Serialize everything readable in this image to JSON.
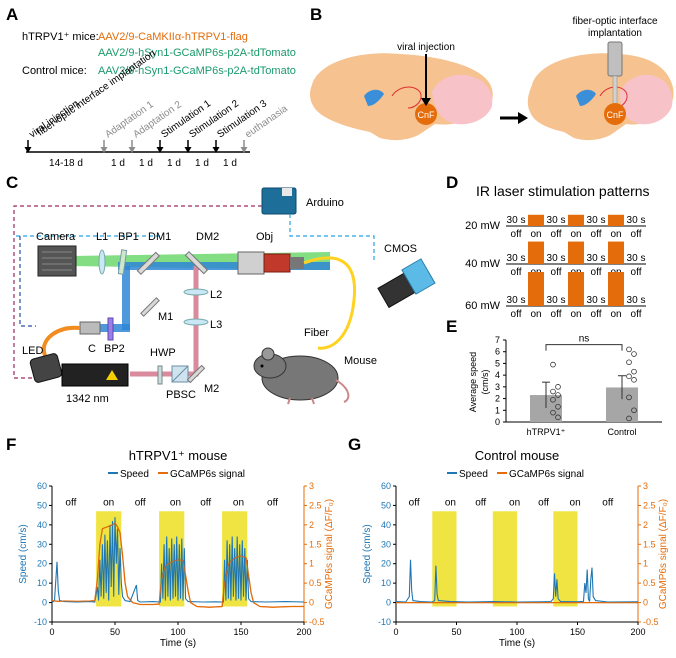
{
  "colors": {
    "orange": "#e46c0a",
    "green": "#1a9a6c",
    "blue": "#1f77b4",
    "gray": "#8c8c8c",
    "yellow": "#f0e442",
    "bar": "#a6a6a6",
    "brain": "#f6c28f",
    "cerebellum": "#f7c3c8",
    "ventricle": "#3b8ed8"
  },
  "panelA": {
    "letter": "A",
    "row1_label": "hTRPV1⁺ mice:",
    "row1_line1": "AAV2/9-CaMKIIα-hTRPV1-flag",
    "row1_line2": "AAV2/9-hSyn1-GCaMP6s-p2A-tdTomato",
    "row2_label": "Control mice:",
    "row2_line1": "AAV2/9-hSyn1-GCaMP6s-p2A-tdTomato",
    "events": [
      {
        "label": "viral injection",
        "color": "#000000"
      },
      {
        "label": "fiber-optic interface implantation",
        "color": "#000000"
      },
      {
        "label": "Adaptation 1",
        "color": "#8c8c8c"
      },
      {
        "label": "Adaptation 2",
        "color": "#8c8c8c"
      },
      {
        "label": "Stimulation 1",
        "color": "#000000"
      },
      {
        "label": "Stimulation 2",
        "color": "#000000"
      },
      {
        "label": "Stimulation 3",
        "color": "#000000"
      },
      {
        "label": "euthanasia",
        "color": "#8c8c8c"
      }
    ],
    "intervals": [
      "14-18 d",
      "1 d",
      "1 d",
      "1 d",
      "1 d",
      "1 d",
      "1 d"
    ]
  },
  "panelB": {
    "letter": "B",
    "label_injection": "viral injection",
    "label_fiber_line1": "fiber-optic interface",
    "label_fiber_line2": "implantation",
    "region": "CnF"
  },
  "panelC": {
    "letter": "C",
    "labels": {
      "arduino": "Arduino",
      "camera": "Camera",
      "l1": "L1",
      "bp1": "BP1",
      "dm1": "DM1",
      "dm2": "DM2",
      "obj": "Obj",
      "cmos": "CMOS",
      "l2": "L2",
      "l3": "L3",
      "led": "LED",
      "c": "C",
      "bp2": "BP2",
      "m1": "M1",
      "hwp": "HWP",
      "pbsc": "PBSC",
      "m2": "M2",
      "laser": "1342 nm",
      "fiber": "Fiber",
      "mouse": "Mouse"
    }
  },
  "panelD": {
    "letter": "D",
    "title": "IR laser stimulation patterns",
    "rows": [
      {
        "power": "20 mW",
        "level": 0.33
      },
      {
        "power": "40 mW",
        "level": 0.66
      },
      {
        "power": "60 mW",
        "level": 1.0
      }
    ],
    "sequence": [
      "off",
      "on",
      "off",
      "on",
      "off",
      "on",
      "off"
    ],
    "duration_label": "30 s"
  },
  "chart_data": [
    {
      "panel": "E",
      "type": "bar",
      "categories": [
        "hTRPV1⁺",
        "Control"
      ],
      "values": [
        2.3,
        2.95
      ],
      "errors": [
        1.1,
        1.0
      ],
      "points": [
        [
          4.9,
          3.0,
          2.6,
          2.3,
          1.9,
          1.3,
          0.8,
          0.4
        ],
        [
          6.2,
          5.8,
          5.1,
          4.3,
          3.9,
          3.6,
          2.1,
          1.0,
          0.3
        ]
      ],
      "ylabel_line1": "Average speed",
      "ylabel_line2": "(cm/s)",
      "ylim": [
        0,
        7
      ],
      "yticks": [
        "0",
        "1",
        "2",
        "3",
        "4",
        "5",
        "6",
        "7"
      ],
      "significance": "ns"
    },
    {
      "panel": "F",
      "type": "line",
      "title": "hTRPV1⁺ mouse",
      "legend": [
        "Speed",
        "GCaMP6s signal"
      ],
      "xlabel": "Time (s)",
      "ylabel": "Speed (cm/s)",
      "y2label": "GCaMP6s signal (ΔF/F₀)",
      "xlim": [
        0,
        200
      ],
      "ylim": [
        -10,
        60
      ],
      "y2lim": [
        -0.5,
        3
      ],
      "xticks": [
        "0",
        "50",
        "100",
        "150",
        "200"
      ],
      "yticks": [
        "-10",
        "0",
        "10",
        "20",
        "30",
        "40",
        "50",
        "60"
      ],
      "y2ticks": [
        "-0.5",
        "0",
        "0.5",
        "1",
        "1.5",
        "2",
        "2.5",
        "3"
      ],
      "state_labels": [
        "off",
        "on",
        "off",
        "on",
        "off",
        "on",
        "off"
      ],
      "stim_windows": [
        [
          35,
          55
        ],
        [
          85,
          105
        ],
        [
          135,
          155
        ]
      ],
      "speed": [
        [
          0,
          0
        ],
        [
          2,
          1
        ],
        [
          4,
          21
        ],
        [
          5,
          6
        ],
        [
          6,
          1
        ],
        [
          10,
          0.5
        ],
        [
          20,
          0.3
        ],
        [
          30,
          0.5
        ],
        [
          34,
          0.3
        ],
        [
          36,
          8
        ],
        [
          37,
          1
        ],
        [
          38,
          22
        ],
        [
          39,
          3
        ],
        [
          40,
          30
        ],
        [
          41,
          2
        ],
        [
          42,
          35
        ],
        [
          43,
          5
        ],
        [
          44,
          32
        ],
        [
          45,
          1
        ],
        [
          46,
          40
        ],
        [
          47,
          8
        ],
        [
          48,
          42
        ],
        [
          49,
          3
        ],
        [
          50,
          44
        ],
        [
          51,
          20
        ],
        [
          52,
          38
        ],
        [
          53,
          4
        ],
        [
          54,
          28
        ],
        [
          55,
          10
        ],
        [
          56,
          3
        ],
        [
          58,
          1
        ],
        [
          62,
          0.5
        ],
        [
          67,
          9
        ],
        [
          68,
          1
        ],
        [
          70,
          0.3
        ],
        [
          80,
          0.5
        ],
        [
          86,
          0.3
        ],
        [
          87,
          20
        ],
        [
          88,
          2
        ],
        [
          89,
          30
        ],
        [
          90,
          1
        ],
        [
          91,
          34
        ],
        [
          92,
          3
        ],
        [
          93,
          28
        ],
        [
          94,
          1
        ],
        [
          95,
          33
        ],
        [
          96,
          2
        ],
        [
          97,
          30
        ],
        [
          98,
          3
        ],
        [
          99,
          34
        ],
        [
          100,
          1
        ],
        [
          101,
          30
        ],
        [
          102,
          2
        ],
        [
          103,
          33
        ],
        [
          104,
          1
        ],
        [
          105,
          28
        ],
        [
          106,
          2
        ],
        [
          108,
          0.5
        ],
        [
          120,
          0.3
        ],
        [
          130,
          0.4
        ],
        [
          136,
          0.3
        ],
        [
          137,
          22
        ],
        [
          138,
          1
        ],
        [
          139,
          32
        ],
        [
          140,
          2
        ],
        [
          141,
          30
        ],
        [
          142,
          1
        ],
        [
          143,
          34
        ],
        [
          144,
          3
        ],
        [
          145,
          28
        ],
        [
          146,
          1
        ],
        [
          147,
          34
        ],
        [
          148,
          2
        ],
        [
          149,
          30
        ],
        [
          150,
          1
        ],
        [
          151,
          32
        ],
        [
          152,
          3
        ],
        [
          153,
          28
        ],
        [
          154,
          1
        ],
        [
          155,
          22
        ],
        [
          156,
          2
        ],
        [
          158,
          0.5
        ],
        [
          170,
          0.3
        ],
        [
          185,
          0.5
        ],
        [
          200,
          0.3
        ]
      ],
      "gcamp": [
        [
          0,
          0.05
        ],
        [
          5,
          0.03
        ],
        [
          10,
          0.04
        ],
        [
          20,
          0.03
        ],
        [
          30,
          0.04
        ],
        [
          34,
          0.05
        ],
        [
          36,
          0.6
        ],
        [
          38,
          1.5
        ],
        [
          40,
          1.9
        ],
        [
          44,
          1.95
        ],
        [
          48,
          2.0
        ],
        [
          50,
          2.05
        ],
        [
          52,
          1.95
        ],
        [
          54,
          1.8
        ],
        [
          56,
          1.2
        ],
        [
          58,
          0.5
        ],
        [
          60,
          0.15
        ],
        [
          64,
          0.0
        ],
        [
          70,
          -0.05
        ],
        [
          80,
          -0.05
        ],
        [
          85,
          -0.04
        ],
        [
          87,
          0.6
        ],
        [
          90,
          0.95
        ],
        [
          95,
          1.05
        ],
        [
          100,
          1.1
        ],
        [
          104,
          1.08
        ],
        [
          106,
          0.7
        ],
        [
          108,
          0.3
        ],
        [
          110,
          0.0
        ],
        [
          115,
          -0.1
        ],
        [
          125,
          -0.12
        ],
        [
          135,
          -0.1
        ],
        [
          137,
          0.5
        ],
        [
          140,
          1.0
        ],
        [
          145,
          1.15
        ],
        [
          150,
          1.2
        ],
        [
          154,
          1.15
        ],
        [
          156,
          0.7
        ],
        [
          158,
          0.25
        ],
        [
          160,
          0.0
        ],
        [
          165,
          -0.1
        ],
        [
          175,
          -0.12
        ],
        [
          190,
          -0.1
        ],
        [
          200,
          -0.1
        ]
      ]
    },
    {
      "panel": "G",
      "type": "line",
      "title": "Control mouse",
      "legend": [
        "Speed",
        "GCaMP6s signal"
      ],
      "xlabel": "Time (s)",
      "ylabel": "Speed (cm/s)",
      "y2label": "GCaMP6s signal (ΔF/F₀)",
      "xlim": [
        0,
        200
      ],
      "ylim": [
        -10,
        60
      ],
      "y2lim": [
        -0.5,
        3
      ],
      "xticks": [
        "0",
        "50",
        "100",
        "150",
        "200"
      ],
      "yticks": [
        "-10",
        "0",
        "10",
        "20",
        "30",
        "40",
        "50",
        "60"
      ],
      "y2ticks": [
        "-0.5",
        "0",
        "0.5",
        "1",
        "1.5",
        "2",
        "2.5",
        "3"
      ],
      "state_labels": [
        "off",
        "on",
        "off",
        "on",
        "off",
        "on",
        "off"
      ],
      "stim_windows": [
        [
          30,
          50
        ],
        [
          80,
          100
        ],
        [
          130,
          150
        ]
      ],
      "speed": [
        [
          0,
          0.5
        ],
        [
          8,
          0.3
        ],
        [
          11,
          3
        ],
        [
          12,
          22
        ],
        [
          13,
          6
        ],
        [
          14,
          1
        ],
        [
          20,
          0.5
        ],
        [
          30,
          0.3
        ],
        [
          32,
          1
        ],
        [
          33,
          19
        ],
        [
          34,
          4
        ],
        [
          35,
          1
        ],
        [
          45,
          0.5
        ],
        [
          60,
          0.3
        ],
        [
          80,
          0.5
        ],
        [
          100,
          0.3
        ],
        [
          120,
          0.4
        ],
        [
          128,
          0.5
        ],
        [
          130,
          2
        ],
        [
          131,
          15
        ],
        [
          132,
          3
        ],
        [
          133,
          12
        ],
        [
          134,
          2
        ],
        [
          136,
          0.5
        ],
        [
          150,
          0.4
        ],
        [
          155,
          0.6
        ],
        [
          156,
          10
        ],
        [
          157,
          5
        ],
        [
          158,
          17
        ],
        [
          159,
          2
        ],
        [
          160,
          0.5
        ],
        [
          161,
          12
        ],
        [
          162,
          18
        ],
        [
          163,
          3
        ],
        [
          165,
          1
        ],
        [
          175,
          0.3
        ],
        [
          200,
          0.4
        ]
      ],
      "gcamp": [
        [
          0,
          0.0
        ],
        [
          10,
          0.0
        ],
        [
          20,
          0.0
        ],
        [
          30,
          0.0
        ],
        [
          40,
          0.0
        ],
        [
          60,
          0.0
        ],
        [
          80,
          0.0
        ],
        [
          100,
          0.0
        ],
        [
          120,
          0.0
        ],
        [
          140,
          0.0
        ],
        [
          160,
          0.0
        ],
        [
          180,
          0.0
        ],
        [
          200,
          0.0
        ]
      ]
    }
  ]
}
